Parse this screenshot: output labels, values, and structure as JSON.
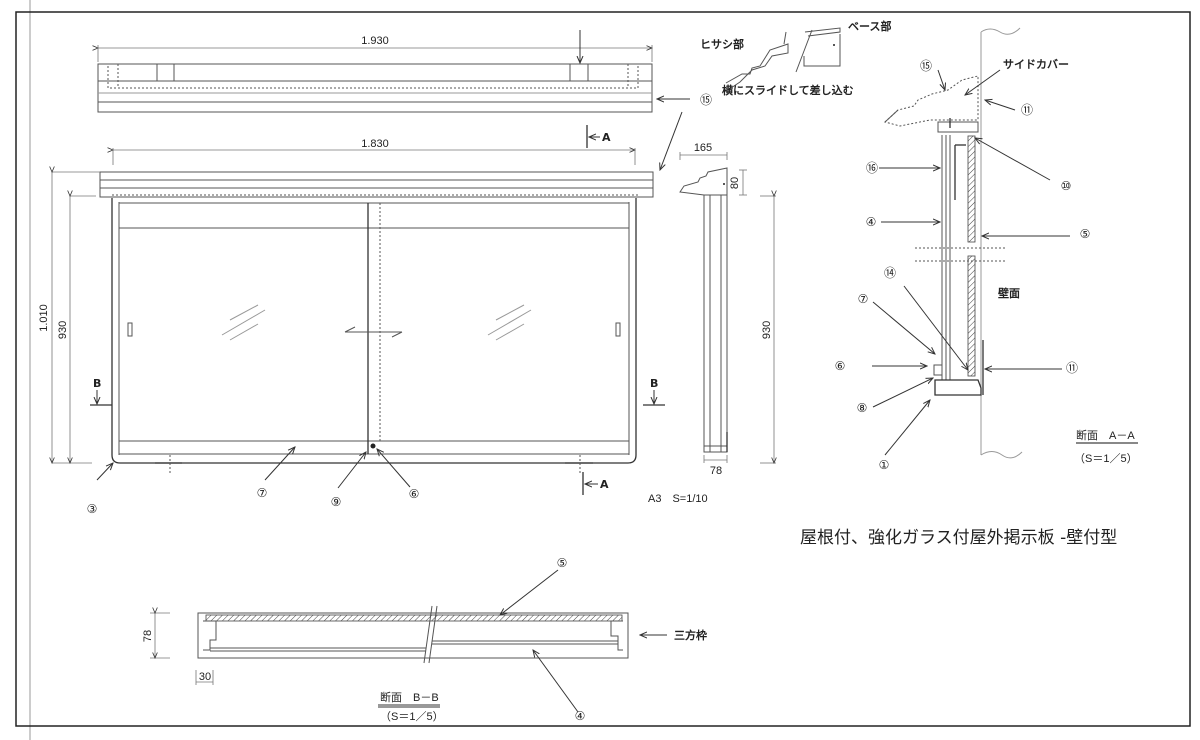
{
  "drawing": {
    "title": "屋根付、強化ガラス付屋外掲示板 -壁付型",
    "scale_note": "A3　S=1/10",
    "front_view": {
      "top_width": "1.930",
      "body_width": "1.830",
      "total_height": "1.010",
      "body_height": "930",
      "section_mark_a": "A",
      "section_mark_b": "B"
    },
    "side_view": {
      "roof_depth": "165",
      "roof_height": "80",
      "body_height": "930",
      "body_depth": "78"
    },
    "roof_detail": {
      "visor_label": "ヒサシ部",
      "base_label": "ベース部",
      "instruction": "横にスライドして差し込む"
    },
    "section_aa": {
      "title": "断面　A－A",
      "scale": "（S＝1／5）",
      "side_cover_label": "サイドカバー",
      "wall_label": "壁面"
    },
    "section_bb": {
      "title": "断面　B－B",
      "scale": "（S＝1／5）",
      "height": "78",
      "frame_width": "30",
      "frame_label": "三方枠"
    },
    "callouts": {
      "c1": "①",
      "c3": "③",
      "c4": "④",
      "c5": "⑤",
      "c6": "⑥",
      "c7": "⑦",
      "c8": "⑧",
      "c9": "⑨",
      "c10": "⑩",
      "c11": "⑪",
      "c14": "⑭",
      "c15": "⑮",
      "c16": "⑯"
    }
  }
}
